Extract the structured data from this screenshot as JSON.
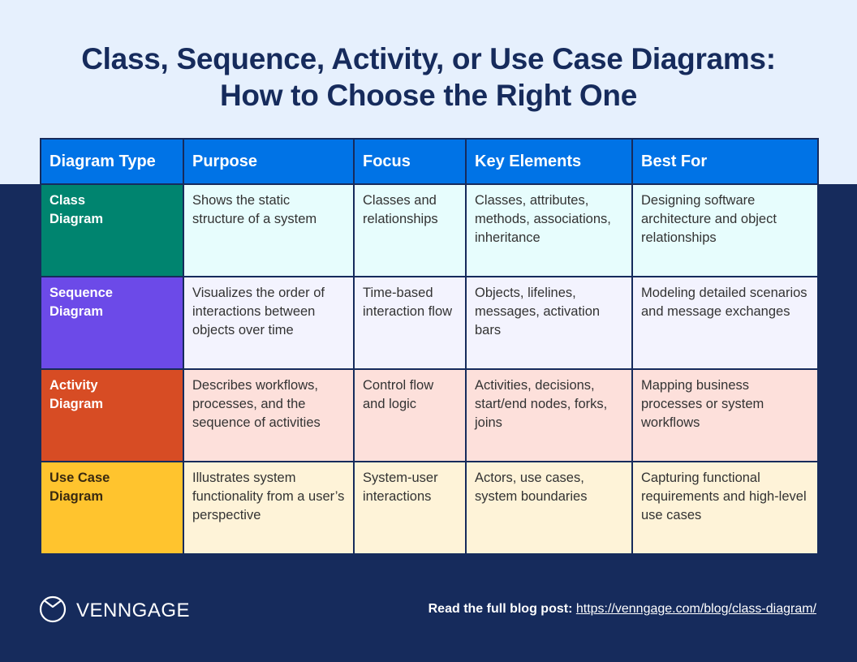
{
  "colors": {
    "top_background": "#e6f0fd",
    "bottom_background": "#162b5c",
    "header_blue": "#0073e6",
    "class_accent": "#00846f",
    "sequence_accent": "#6c4ae8",
    "activity_accent": "#d74c24",
    "usecase_accent": "#ffc42e"
  },
  "title": {
    "line1": "Class, Sequence, Activity, or Use Case Diagrams:",
    "line2": "How to Choose the Right One"
  },
  "table": {
    "headers": [
      "Diagram Type",
      "Purpose",
      "Focus",
      "Key Elements",
      "Best For"
    ],
    "rows": [
      {
        "type_line1": "Class",
        "type_line2": "Diagram",
        "purpose": "Shows the static structure of a system",
        "focus": "Classes and relationships",
        "key_elements": "Classes, attributes, methods, associations, inheritance",
        "best_for": "Designing software architecture and object relationships"
      },
      {
        "type_line1": "Sequence",
        "type_line2": "Diagram",
        "purpose": "Visualizes the order of interactions between objects over time",
        "focus": "Time-based interaction flow",
        "key_elements": "Objects, lifelines, messages, activation bars",
        "best_for": "Modeling detailed scenarios and message exchanges"
      },
      {
        "type_line1": "Activity",
        "type_line2": "Diagram",
        "purpose": "Describes workflows, processes, and the sequence of activities",
        "focus": "Control flow and logic",
        "key_elements": "Activities, decisions, start/end nodes, forks, joins",
        "best_for": "Mapping business processes or system workflows"
      },
      {
        "type_line1": "Use Case",
        "type_line2": "Diagram",
        "purpose": "Illustrates system functionality from a user’s perspective",
        "focus": "System-user interactions",
        "key_elements": "Actors, use cases, system boundaries",
        "best_for": "Capturing functional requirements and high-level use cases"
      }
    ]
  },
  "footer": {
    "logo_icon": "venngage-logo-icon",
    "brand": "VENNGAGE",
    "link_label": "Read the full blog post:",
    "link_url": "https://venngage.com/blog/class-diagram/"
  }
}
